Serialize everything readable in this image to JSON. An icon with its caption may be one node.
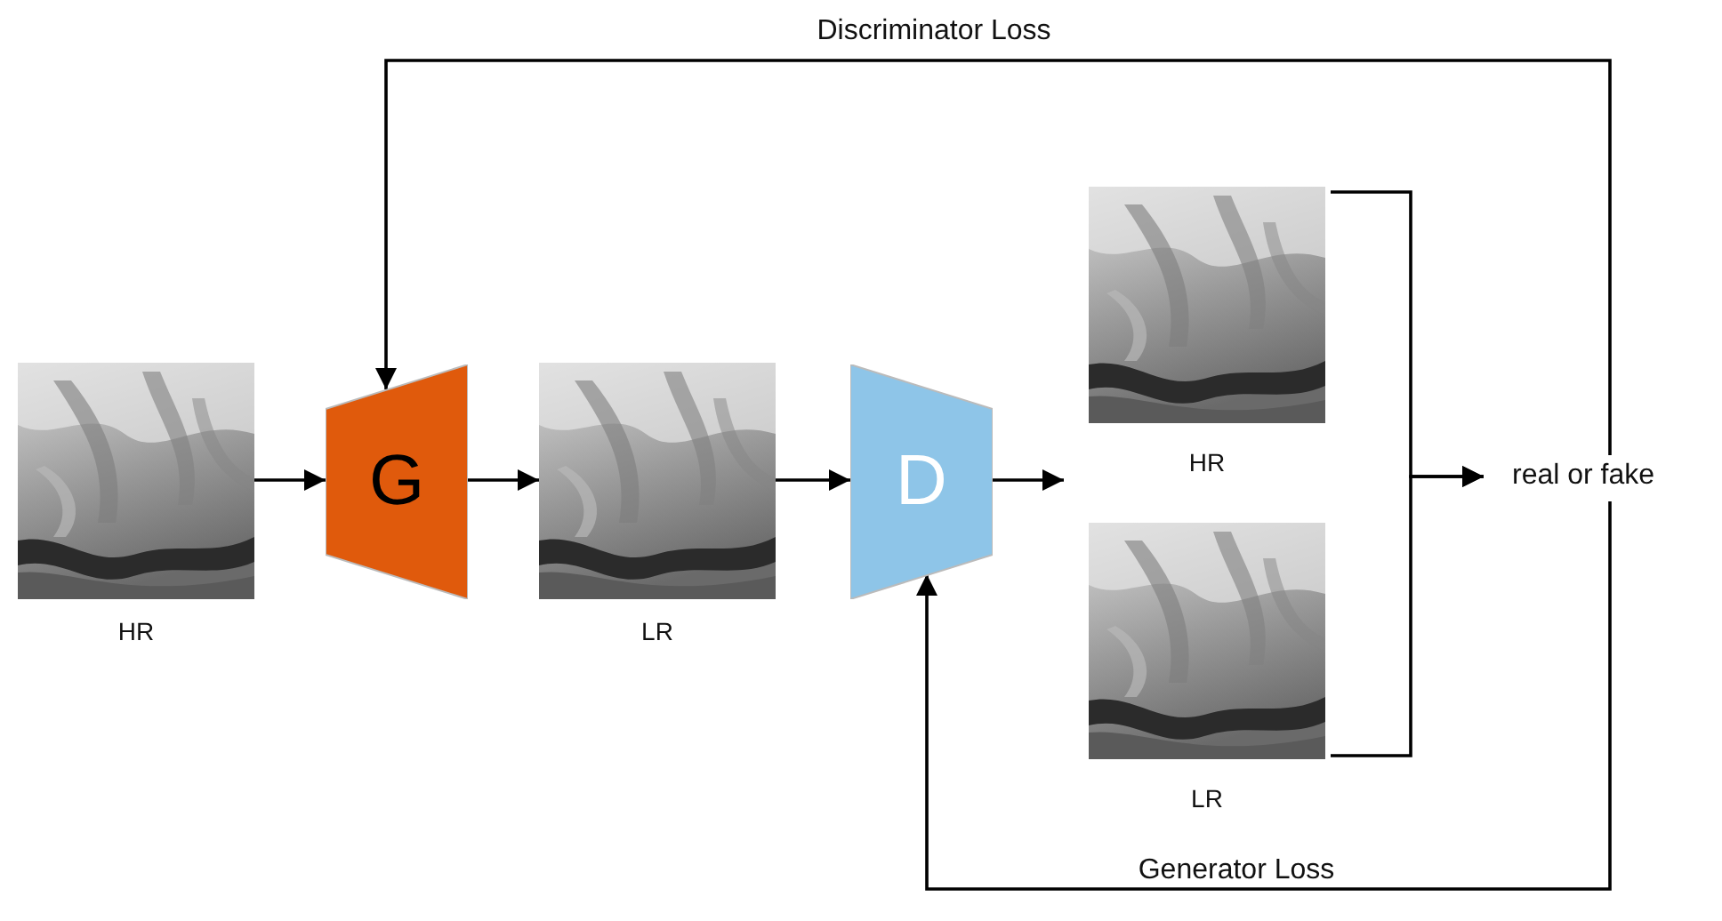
{
  "diagram": {
    "nodes": [
      {
        "text": [],
        "shape": "picture",
        "beside": [
          "HR"
        ]
      },
      {
        "text": [
          "G"
        ]
      },
      {
        "text": [],
        "shape": "picture",
        "beside": [
          "LR"
        ]
      },
      {
        "text": [
          "D"
        ]
      },
      {
        "text": [],
        "shape": "picture",
        "beside": [
          "HR"
        ]
      },
      {
        "text": [],
        "shape": "picture",
        "beside": [
          "LR"
        ]
      },
      {
        "text": [
          "real or fake"
        ]
      }
    ],
    "edges": [
      {
        "from": 0,
        "to": 1,
        "arrow": "to"
      },
      {
        "from": 1,
        "to": 2,
        "arrow": "to"
      },
      {
        "from": 2,
        "to": 3,
        "arrow": "to"
      },
      {
        "from": 3,
        "to": null,
        "arrow": "to"
      },
      {
        "from": 4,
        "to": 6,
        "arrow": "to"
      },
      {
        "from": 5,
        "to": 6,
        "arrow": "to"
      },
      {
        "from": 6,
        "to": 1,
        "arrow": "to",
        "label": "Discriminator Loss"
      },
      {
        "from": 6,
        "to": 3,
        "arrow": "to",
        "label": "Generator Loss"
      }
    ]
  }
}
